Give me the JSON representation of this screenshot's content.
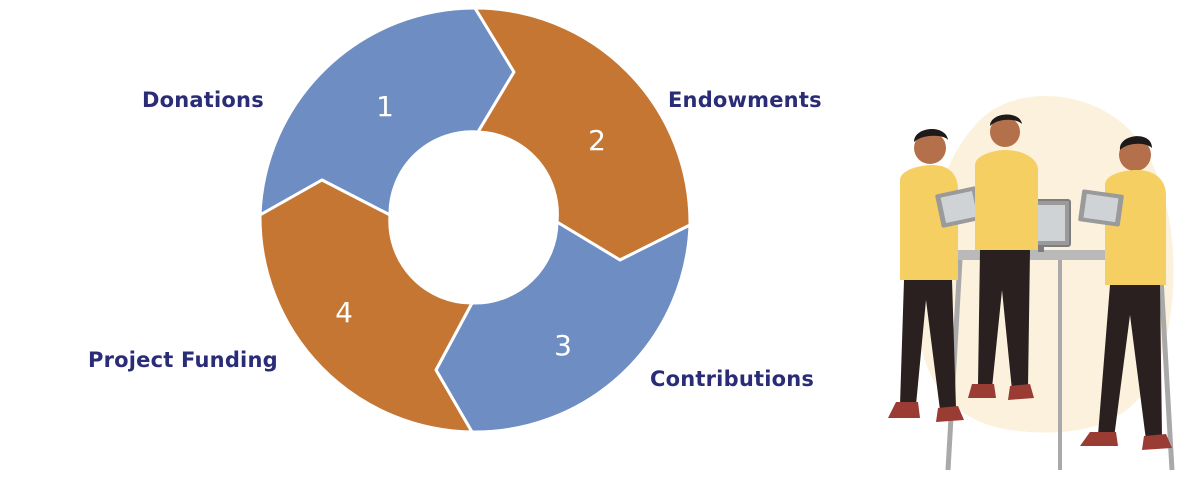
{
  "diagram": {
    "segments": [
      {
        "number": "1",
        "label": "Donations",
        "color": "#6e8dc2"
      },
      {
        "number": "2",
        "label": "Endowments",
        "color": "#c57632"
      },
      {
        "number": "3",
        "label": "Contributions",
        "color": "#6e8dc2"
      },
      {
        "number": "4",
        "label": "Project Funding",
        "color": "#c57632"
      }
    ]
  },
  "illustration": {
    "icon": "team-at-standing-desk-illustration",
    "colors": {
      "shirt": "#f5cf61",
      "pants": "#2a2020",
      "backdrop": "#fbf1dc",
      "skin": "#b4704a"
    }
  }
}
